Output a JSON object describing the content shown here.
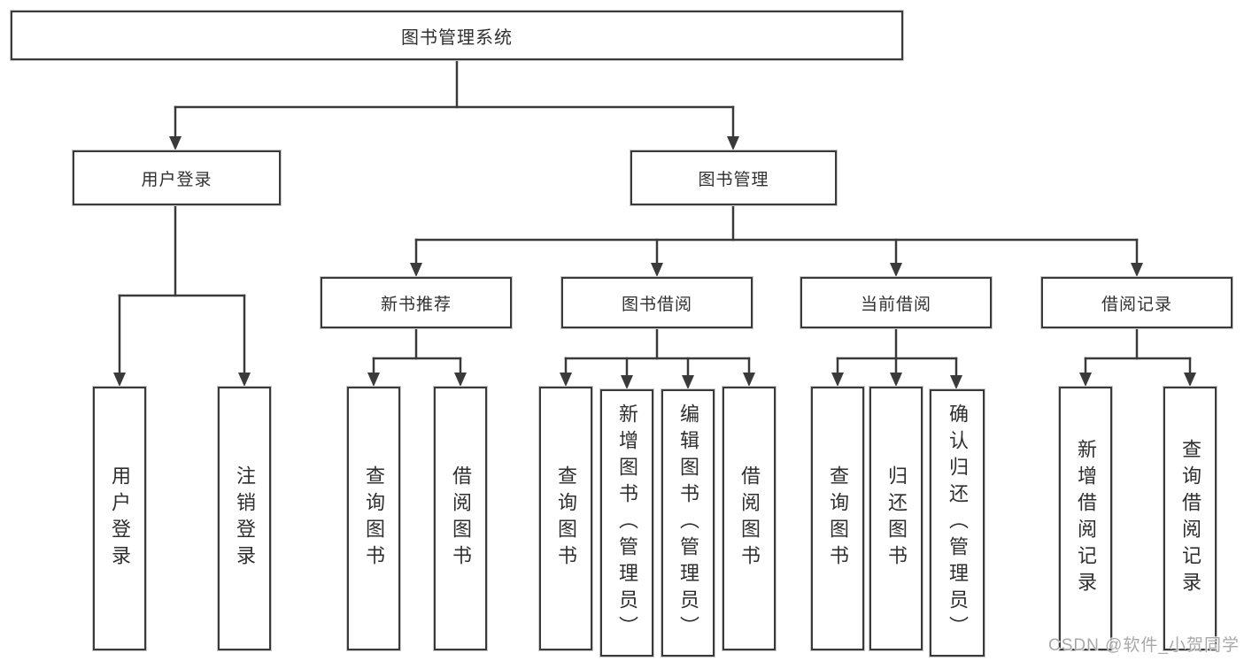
{
  "diagram": {
    "root": "图书管理系统",
    "level2": [
      "用户登录",
      "图书管理"
    ],
    "level3": [
      "新书推荐",
      "图书借阅",
      "当前借阅",
      "借阅记录"
    ],
    "leaves": {
      "user_login": [
        "用户登录",
        "注销登录"
      ],
      "new_book": [
        "查询图书",
        "借阅图书"
      ],
      "book_borrow": [
        "查询图书",
        "新增图书（管理员）",
        "编辑图书（管理员）",
        "借阅图书"
      ],
      "current_borrow": [
        "查询图书",
        "归还图书",
        "确认归还（管理员）"
      ],
      "records": [
        "新增借阅记录",
        "查询借阅记录"
      ]
    },
    "colors": {
      "line": "#3a3a3a",
      "box_border": "#3a3a3a",
      "text": "#303030",
      "background": "#ffffff",
      "watermark": "#a8a8a8"
    }
  },
  "watermark": {
    "text": "CSDN @软件_小贺同学"
  }
}
